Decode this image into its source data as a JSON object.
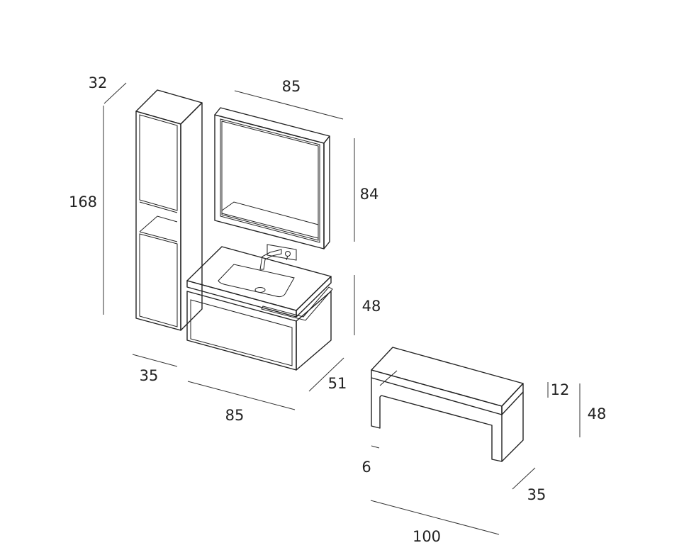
{
  "dimensions": {
    "tall_unit_depth": "32",
    "tall_unit_height": "168",
    "mirror_width": "85",
    "mirror_height": "84",
    "vanity_height": "48",
    "vanity_depth": "51",
    "tall_unit_width": "35",
    "vanity_width": "85",
    "bench_top_thickness": "12",
    "bench_height": "48",
    "bench_leg_thickness": "6",
    "bench_depth": "35",
    "bench_width": "100"
  }
}
